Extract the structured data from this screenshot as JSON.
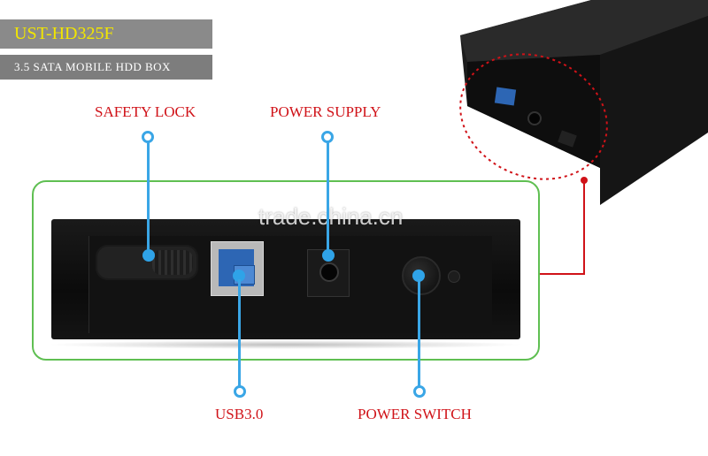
{
  "product": {
    "model": "UST-HD325F",
    "description": "3.5 SATA MOBILE HDD BOX"
  },
  "callouts": {
    "safety_lock": "SAFETY LOCK",
    "power_supply": "POWER SUPPLY",
    "usb": "USB3.0",
    "power_switch": "POWER SWITCH"
  },
  "watermark": "trade.china.cn",
  "colors": {
    "accent_blue": "#2fa3e8",
    "label_red": "#d01218",
    "panel_green": "#5fbf52",
    "title_yellow": "#f2e600"
  }
}
